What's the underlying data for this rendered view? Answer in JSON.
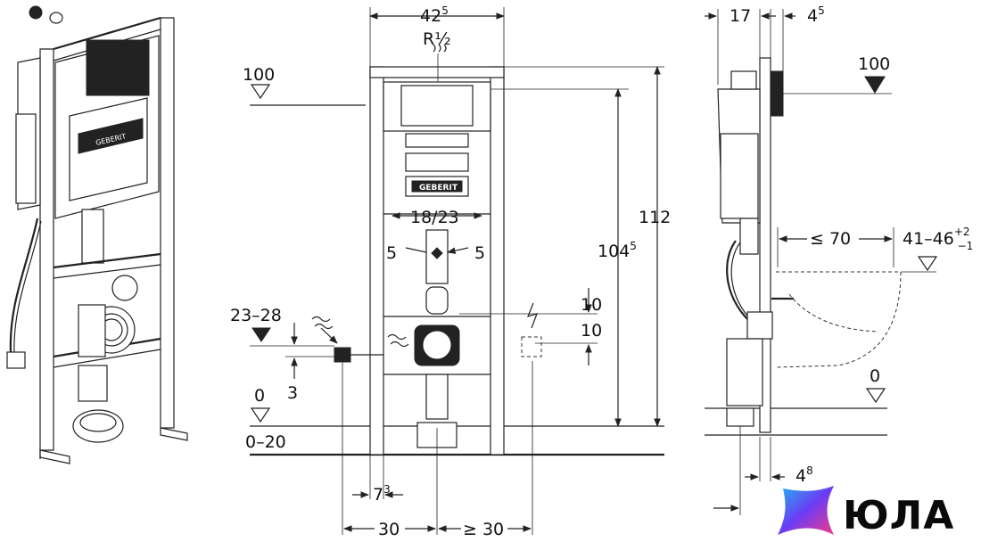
{
  "front": {
    "width_whole": "42",
    "width_sup": "5",
    "connection": "R½",
    "level_100": "100",
    "height_total": "112",
    "height_104": "104",
    "height_104_sup": "5",
    "spacing": "18/23",
    "offset_left": "5",
    "offset_right": "5",
    "drain_range": "23–28",
    "drain_offset": "3",
    "level_0": "0",
    "floor_range": "0–20",
    "dim_10_upper": "10",
    "dim_10_lower": "10",
    "foot_whole": "7",
    "foot_sup": "3",
    "bottom_left": "30",
    "bottom_right": "≥ 30"
  },
  "side": {
    "depth": "17",
    "panel_whole": "4",
    "panel_sup": "5",
    "level_100": "100",
    "bowl_reach": "≤ 70",
    "bowl_height": "41–46",
    "bowl_tol_plus": "+2",
    "bowl_tol_minus": "−1",
    "level_0": "0",
    "base_whole": "4",
    "base_sup": "8"
  },
  "brand_plate": "GEBERIT",
  "watermark": {
    "text": "ЮЛА",
    "colors": [
      "#6b3cf5",
      "#1fb8f0",
      "#f23a8a"
    ]
  }
}
